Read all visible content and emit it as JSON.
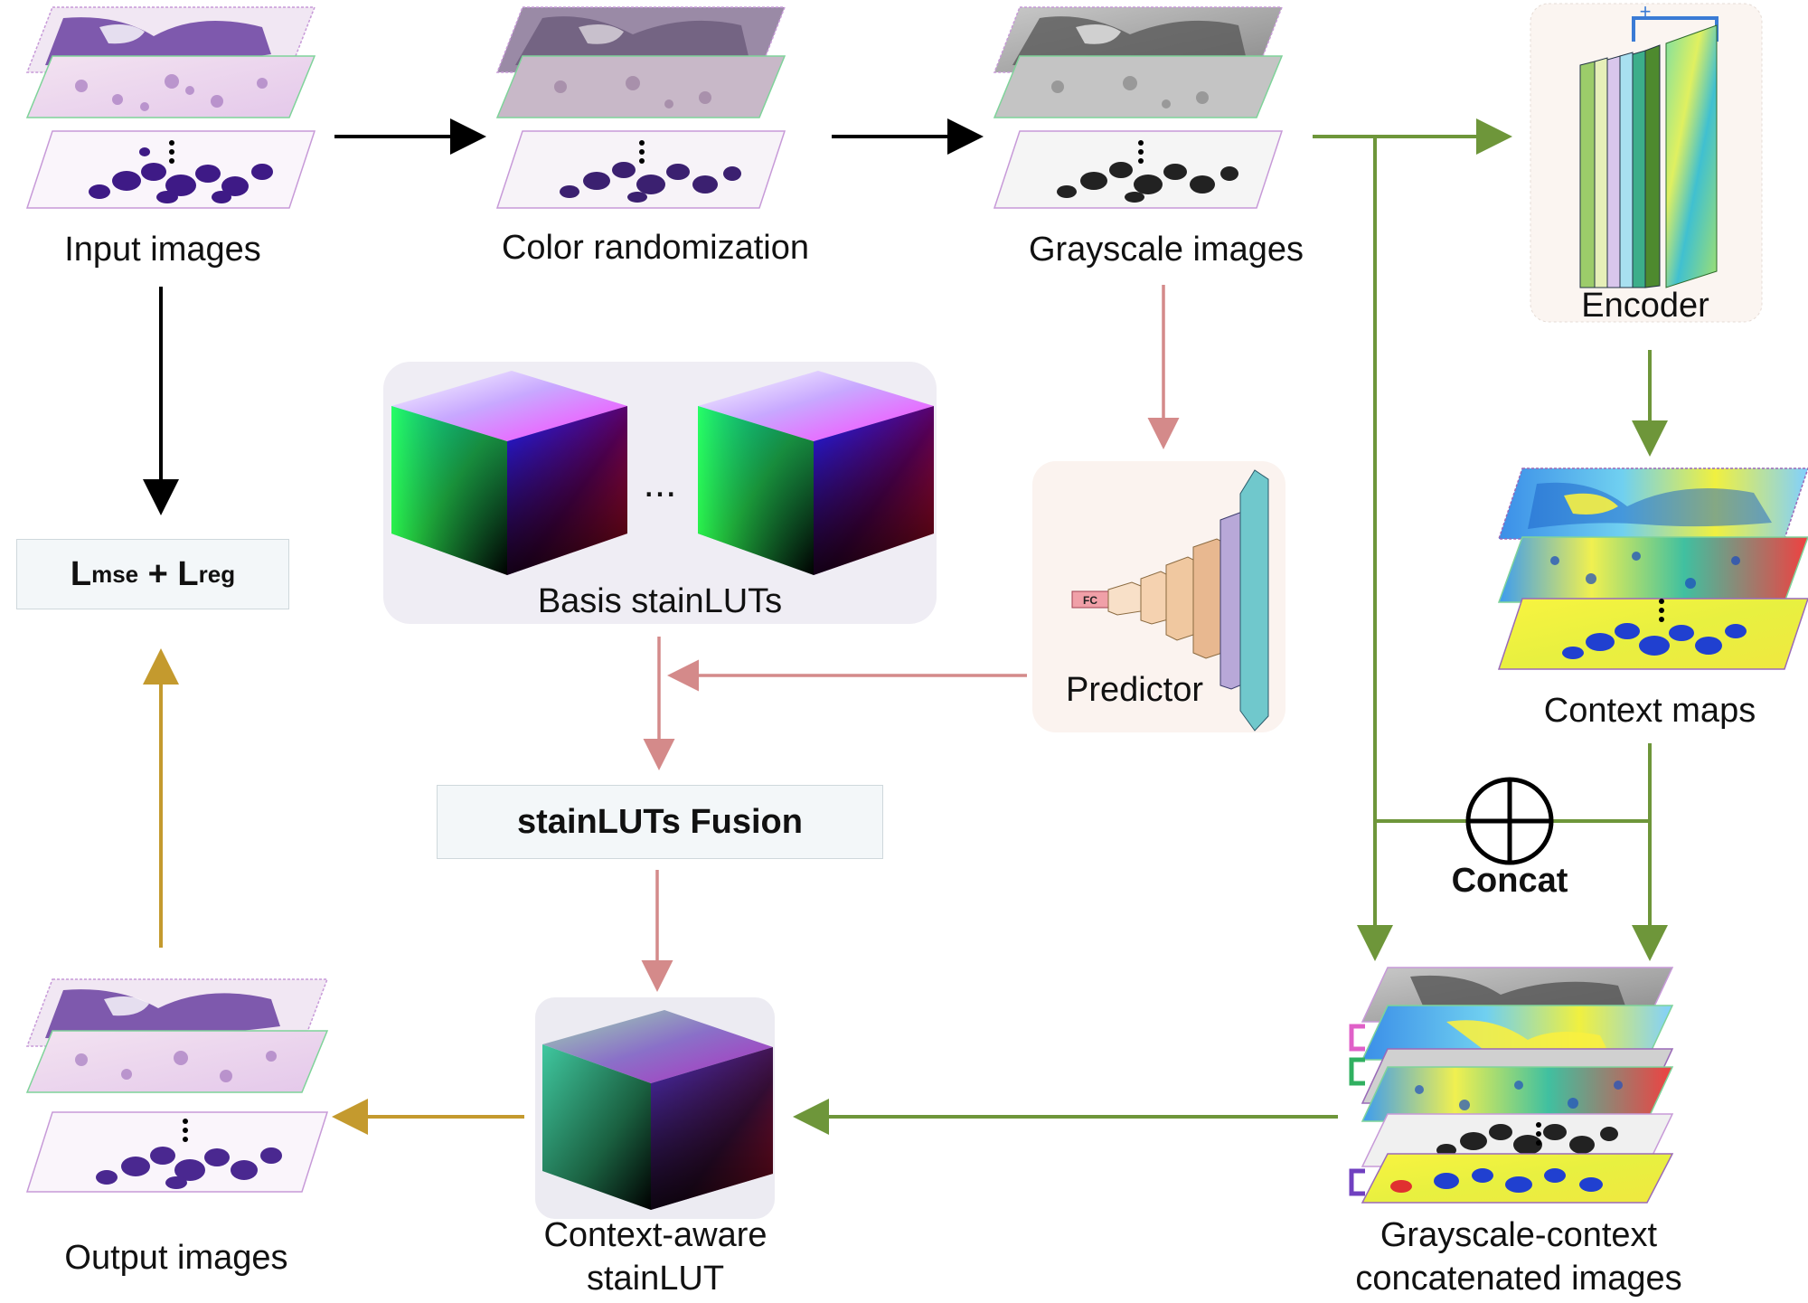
{
  "labels": {
    "input": "Input images",
    "color_rand": "Color randomization",
    "grayscale": "Grayscale images",
    "encoder": "Encoder",
    "predictor": "Predictor",
    "fc": "FC",
    "basis": "Basis stainLUTs",
    "ellipsis": "...",
    "context_maps": "Context maps",
    "concat": "Concat",
    "fusion": "stainLUTs Fusion",
    "context_aware_1": "Context-aware",
    "context_aware_2": "stainLUT",
    "output": "Output images",
    "gc_1": "Grayscale-context",
    "gc_2": "concatenated images",
    "loss_l": "L",
    "loss_mse": "mse",
    "loss_plus": " + L",
    "loss_reg": "reg",
    "plus_sign": "+"
  },
  "colors": {
    "black_arrow": "#000000",
    "pink_arrow": "#d48a8a",
    "green_arrow": "#6e963a",
    "gold_arrow": "#c49a2e"
  }
}
